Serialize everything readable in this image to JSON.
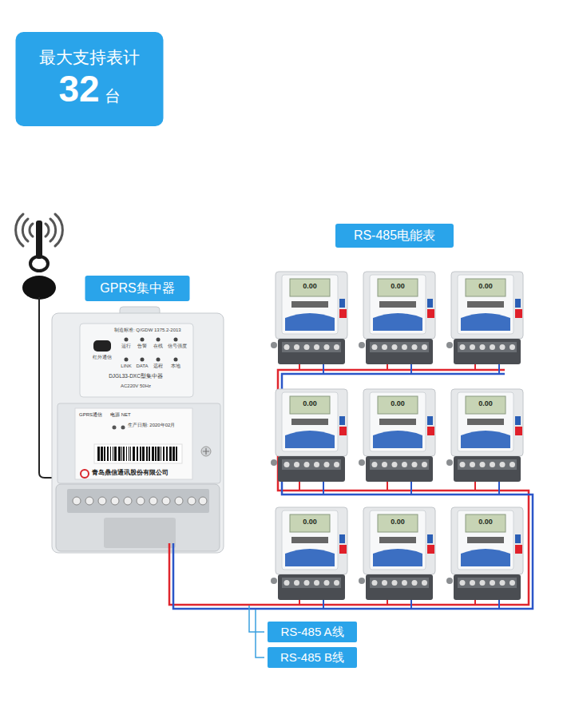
{
  "diagram": {
    "nodes": [
      {
        "text": [
          "最大支持表计",
          "32",
          "台"
        ]
      },
      {
        "text": [
          "GPRS集中器"
        ]
      },
      {
        "text": [
          "RS-485电能表"
        ]
      },
      {
        "text": [
          "RS-485 A线"
        ]
      },
      {
        "text": [
          "RS-485 B线"
        ]
      }
    ],
    "labels": [
      "制造标准: Q/GDW 1375.2-2013",
      "红外通信",
      "运行",
      "告警",
      "在线",
      "信号强度",
      "LINK",
      "DATA",
      "远程",
      "本地",
      "DJGL33-DXC型集中器",
      "AC220V 50Hz",
      "GPRS通信",
      "电源 NET",
      "生产日期: 2020年02月",
      "青岛鼎信通讯股份有限公司",
      "0.00",
      "0.00",
      "0.00",
      "0.00",
      "0.00",
      "0.00",
      "0.00",
      "0.00",
      "0.00"
    ]
  }
}
